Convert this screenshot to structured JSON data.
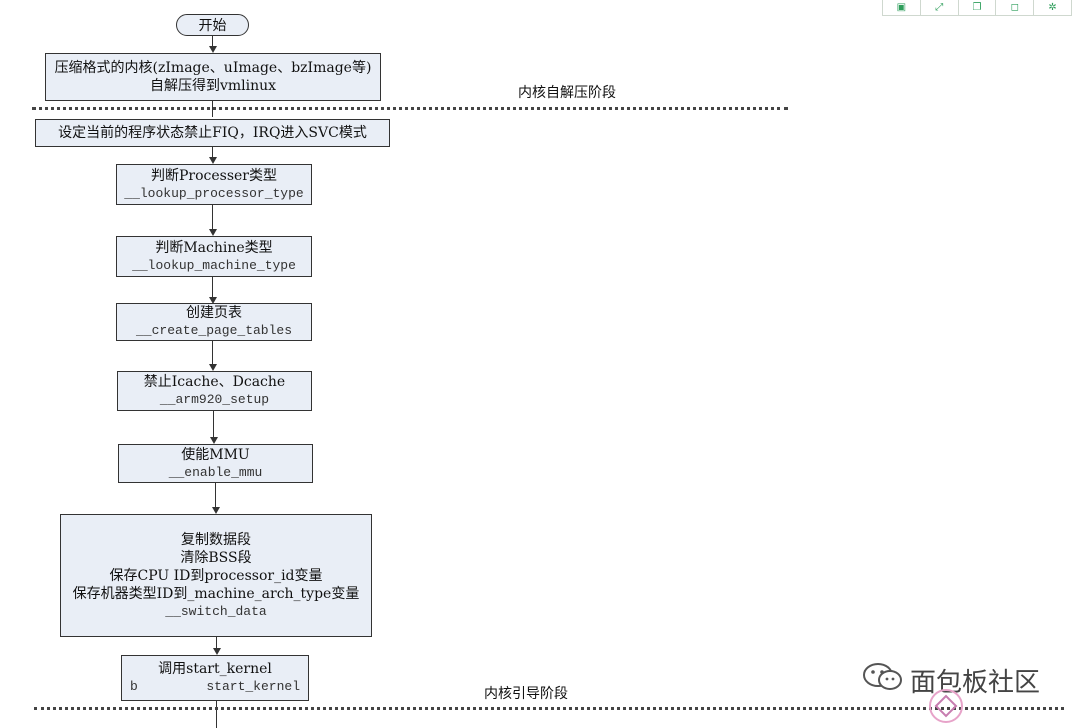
{
  "flowchart": {
    "start_label": "开始",
    "decompress": {
      "line1": "压缩格式的内核(zImage、uImage、bzImage等)",
      "line2": "自解压得到vmlinux"
    },
    "stage1_label": "内核自解压阶段",
    "svc_mode": "设定当前的程序状态禁止FIQ，IRQ进入SVC模式",
    "processor": {
      "title": "判断Processer类型",
      "func": "__lookup_processor_type"
    },
    "machine": {
      "title": "判断Machine类型",
      "func": "__lookup_machine_type"
    },
    "page_tables": {
      "title": "创建页表",
      "func": "__create_page_tables"
    },
    "cache": {
      "title": "禁止Icache、Dcache",
      "func": "__arm920_setup"
    },
    "mmu": {
      "title": "使能MMU",
      "func": "__enable_mmu"
    },
    "switch_data": {
      "line1": "复制数据段",
      "line2": "清除BSS段",
      "line3": "保存CPU ID到processor_id变量",
      "line4": "保存机器类型ID到_machine_arch_type变量",
      "func": "__switch_data"
    },
    "start_kernel": {
      "title": "调用start_kernel",
      "func_b": "b",
      "func_name": "start_kernel"
    },
    "stage2_label": "内核引导阶段"
  },
  "watermark": {
    "text": "面包板社区",
    "logo_icon": "elecfans-logo-icon"
  },
  "toolbar": {
    "icons": [
      "square-icon",
      "expand-icon",
      "copy-icon",
      "window-icon",
      "settings-icon"
    ]
  },
  "colors": {
    "box_fill": "#e9eef6",
    "border": "#333333",
    "toolbar_accent": "#2e9e5b"
  }
}
